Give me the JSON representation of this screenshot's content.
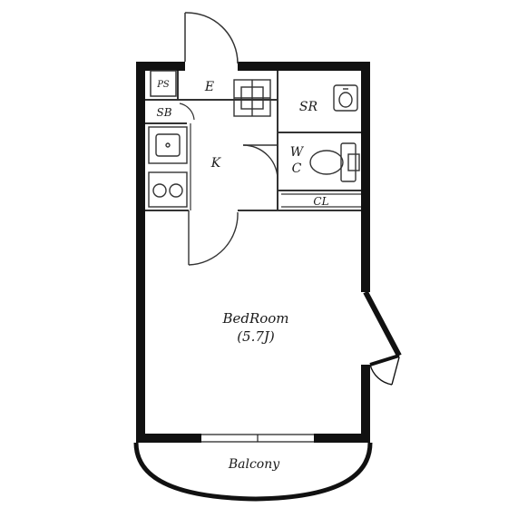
{
  "rooms": {
    "ps": "PS",
    "entrance": "E",
    "shoe_box": "SB",
    "kitchen": "K",
    "storage_room": "SR",
    "wc_line1": "W",
    "wc_line2": "C",
    "closet": "CL",
    "bedroom_name": "BedRoom",
    "bedroom_size": "(5.7J)",
    "balcony": "Balcony"
  }
}
